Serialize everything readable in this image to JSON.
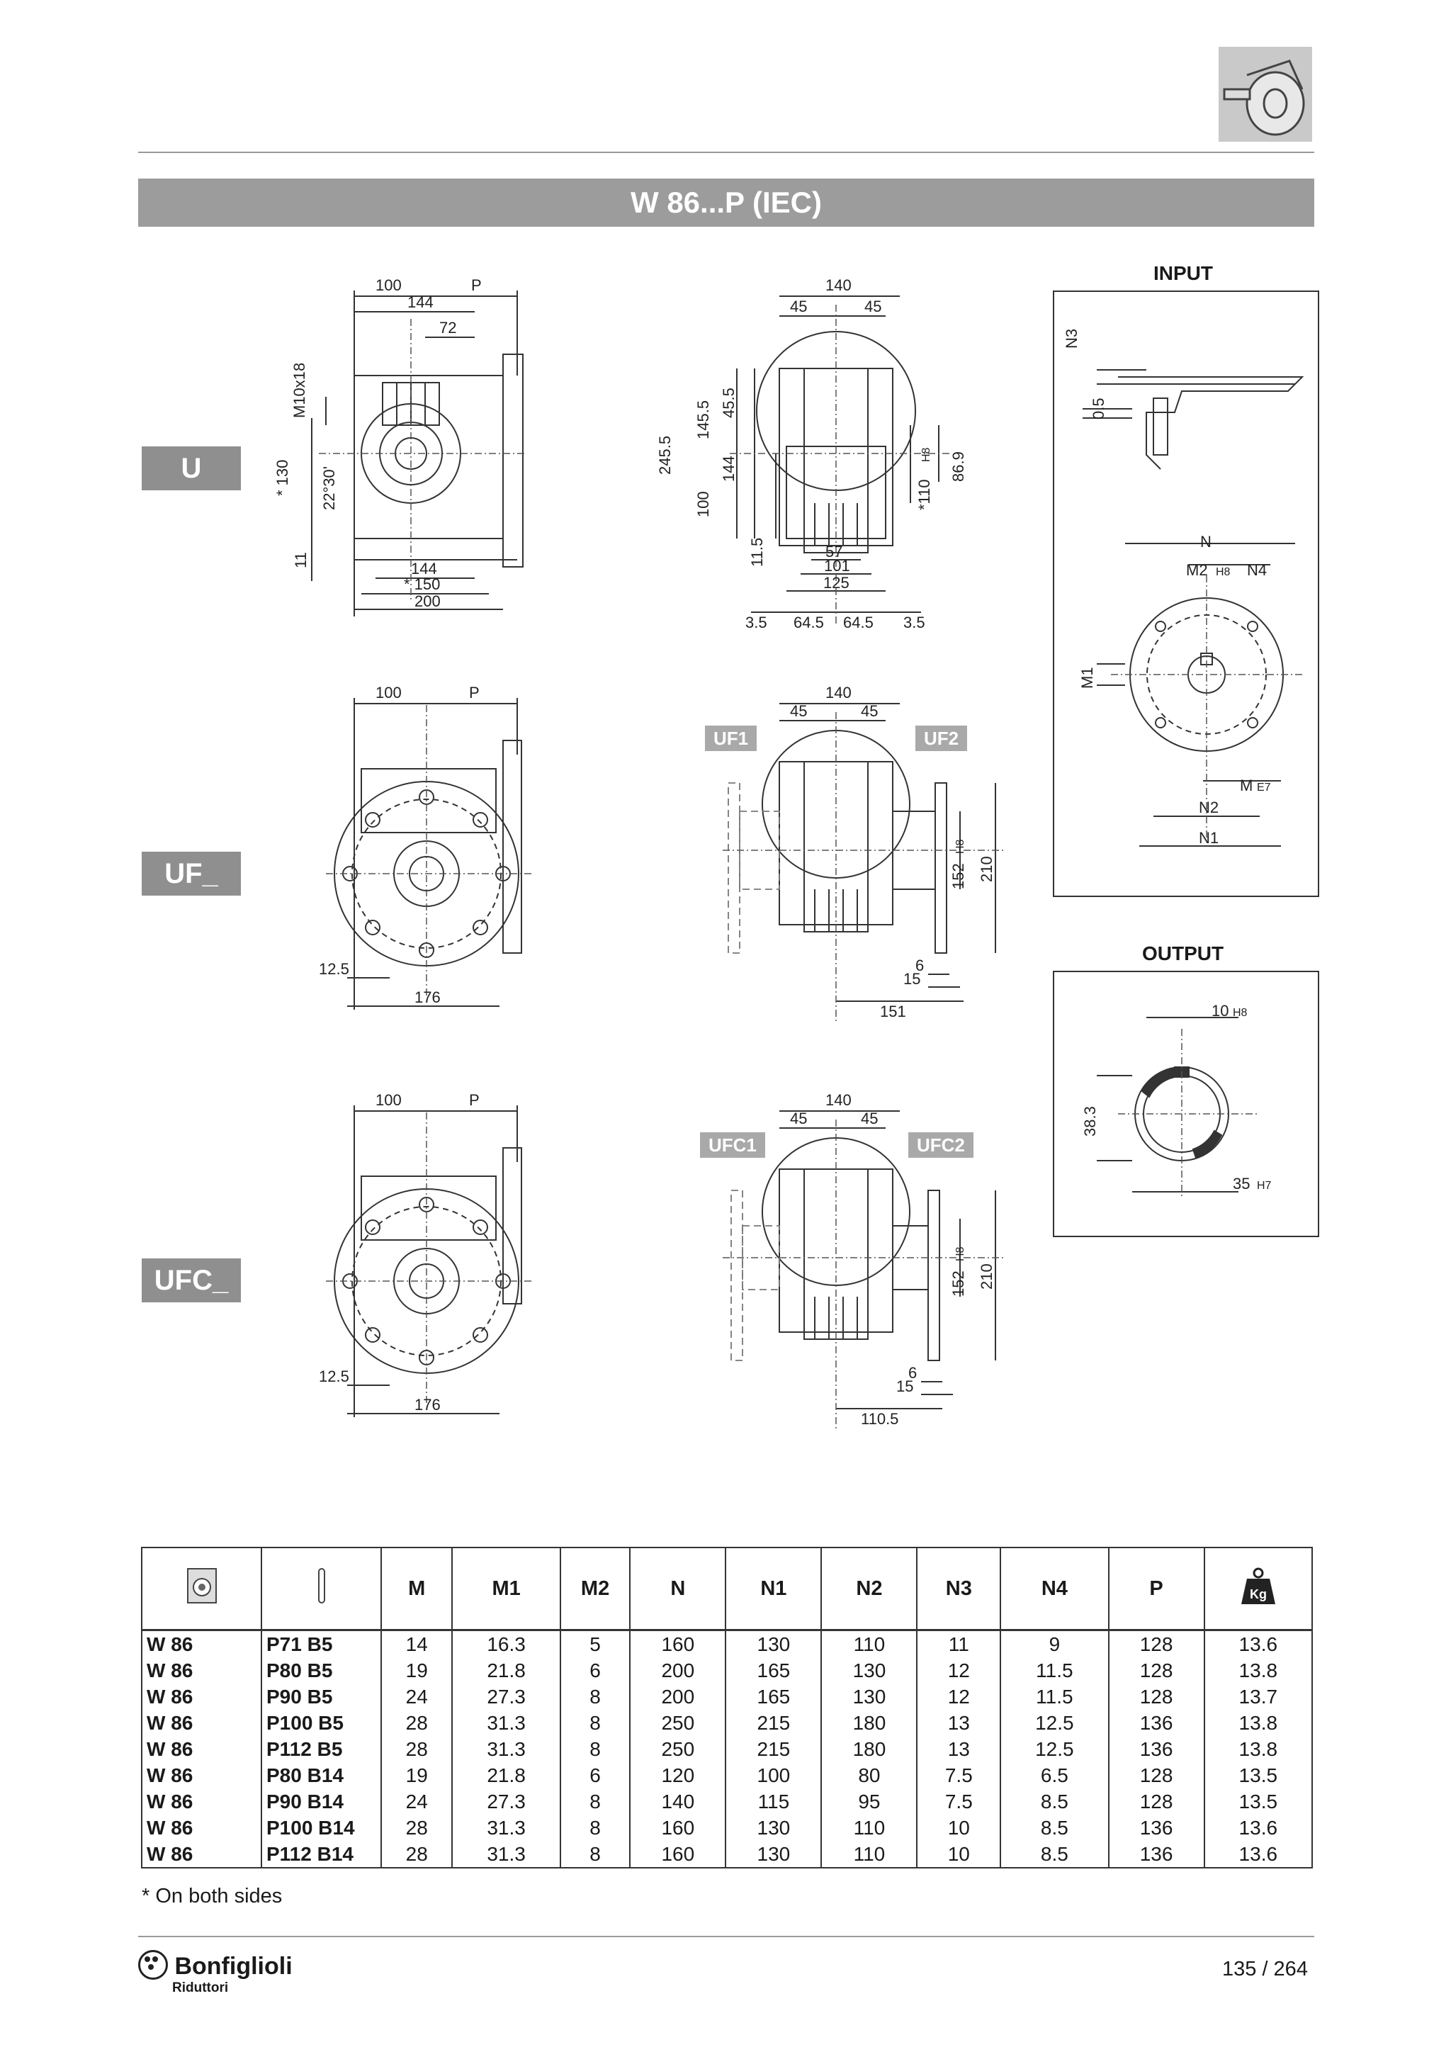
{
  "header": {
    "title": "W 86...P (IEC)"
  },
  "views": {
    "u_label": "U",
    "uf_label": "UF_",
    "ufc_label": "UFC_",
    "uf1_tag": "UF1",
    "uf2_tag": "UF2",
    "ufc1_tag": "UFC1",
    "ufc2_tag": "UFC2",
    "input_title": "INPUT",
    "output_title": "OUTPUT"
  },
  "dims": {
    "u_side": {
      "d100": "100",
      "p": "P",
      "d144": "144",
      "d72": "72",
      "m10x18": "M10x18",
      "d130": "* 130",
      "ang": "22°30'",
      "d11": "11",
      "b144": "144",
      "b150": "* 150",
      "b200": "200"
    },
    "u_front": {
      "d140": "140",
      "d45a": "45",
      "d45b": "45",
      "d2455": "245.5",
      "d1455": "145.5",
      "d455": "45.5",
      "d144": "144",
      "d100": "100",
      "d115": "11.5",
      "d110": "*110",
      "h8": "H8",
      "d869": "86.9",
      "d57": "57",
      "d101": "101",
      "d125": "125",
      "d35a": "3.5",
      "d645a": "64.5",
      "d645b": "64.5",
      "d35b": "3.5"
    },
    "uf_side": {
      "d100": "100",
      "p": "P",
      "d125": "12.5",
      "d176": "176"
    },
    "uf_front": {
      "d140": "140",
      "d45a": "45",
      "d45b": "45",
      "d152": "152",
      "h8": "H8",
      "d210": "210",
      "d6": "6",
      "d15": "15",
      "d151": "151"
    },
    "ufc_side": {
      "d100": "100",
      "p": "P",
      "d125": "12.5",
      "d176": "176"
    },
    "ufc_front": {
      "d140": "140",
      "d45a": "45",
      "d45b": "45",
      "d152": "152",
      "h8": "H8",
      "d210": "210",
      "d6": "6",
      "d15": "15",
      "d1105": "110.5"
    },
    "input": {
      "n3": "N3",
      "d05": "0.5",
      "n": "N",
      "m2": "M2",
      "h8": "H8",
      "n4": "N4",
      "m1": "M1",
      "m": "M",
      "e7": "E7",
      "n2": "N2",
      "n1": "N1"
    },
    "output": {
      "d10": "10",
      "h8": "H8",
      "d383": "38.3",
      "d35": "35",
      "h7": "H7"
    }
  },
  "table": {
    "columns": [
      "M",
      "M1",
      "M2",
      "N",
      "N1",
      "N2",
      "N3",
      "N4",
      "P"
    ],
    "weight_icon_label": "Kg",
    "rows": [
      {
        "model": "W 86",
        "motor": "P71 B5",
        "values": [
          "14",
          "16.3",
          "5",
          "160",
          "130",
          "110",
          "11",
          "9",
          "128",
          "13.6"
        ]
      },
      {
        "model": "W 86",
        "motor": "P80 B5",
        "values": [
          "19",
          "21.8",
          "6",
          "200",
          "165",
          "130",
          "12",
          "11.5",
          "128",
          "13.8"
        ]
      },
      {
        "model": "W 86",
        "motor": "P90 B5",
        "values": [
          "24",
          "27.3",
          "8",
          "200",
          "165",
          "130",
          "12",
          "11.5",
          "128",
          "13.7"
        ]
      },
      {
        "model": "W 86",
        "motor": "P100 B5",
        "values": [
          "28",
          "31.3",
          "8",
          "250",
          "215",
          "180",
          "13",
          "12.5",
          "136",
          "13.8"
        ]
      },
      {
        "model": "W 86",
        "motor": "P112 B5",
        "values": [
          "28",
          "31.3",
          "8",
          "250",
          "215",
          "180",
          "13",
          "12.5",
          "136",
          "13.8"
        ]
      },
      {
        "model": "W 86",
        "motor": "P80 B14",
        "values": [
          "19",
          "21.8",
          "6",
          "120",
          "100",
          "80",
          "7.5",
          "6.5",
          "128",
          "13.5"
        ]
      },
      {
        "model": "W 86",
        "motor": "P90 B14",
        "values": [
          "24",
          "27.3",
          "8",
          "140",
          "115",
          "95",
          "7.5",
          "8.5",
          "128",
          "13.5"
        ]
      },
      {
        "model": "W 86",
        "motor": "P100 B14",
        "values": [
          "28",
          "31.3",
          "8",
          "160",
          "130",
          "110",
          "10",
          "8.5",
          "136",
          "13.6"
        ]
      },
      {
        "model": "W 86",
        "motor": "P112 B14",
        "values": [
          "28",
          "31.3",
          "8",
          "160",
          "130",
          "110",
          "10",
          "8.5",
          "136",
          "13.6"
        ]
      }
    ]
  },
  "footnote": "* On both sides",
  "footer": {
    "brand": "Bonfiglioli",
    "brand_sub": "Riduttori",
    "page": "135 / 264"
  }
}
